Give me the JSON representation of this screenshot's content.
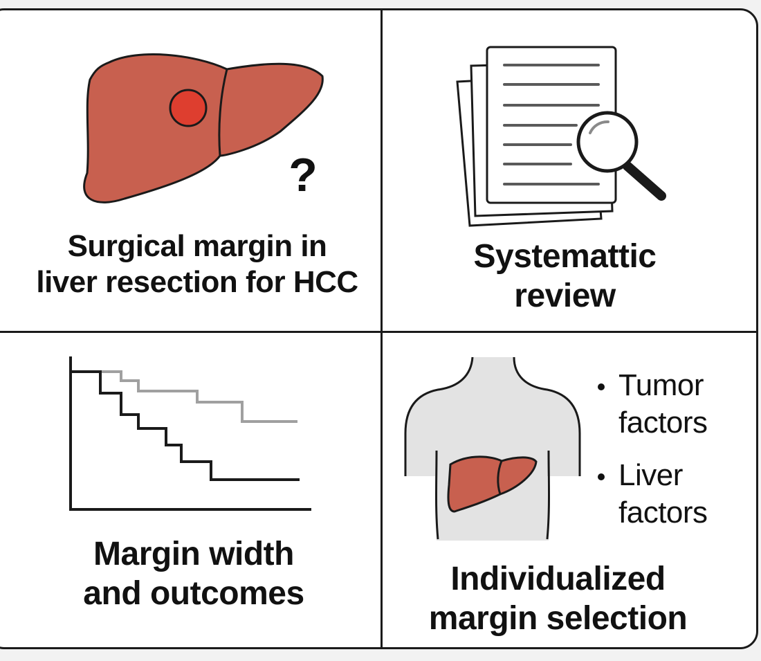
{
  "colors": {
    "liver": "#c8604f",
    "tumor": "#de3e2f",
    "outline": "#1a1a1a",
    "curve_light": "#a0a0a0",
    "body": "#e3e3e3"
  },
  "panels": {
    "top_left": {
      "icon": "liver-with-tumor-icon",
      "symbol": "?",
      "caption_line1": "Surgical margin in",
      "caption_line2": "liver resection for HCC"
    },
    "top_right": {
      "icon": "documents-with-magnifier-icon",
      "caption_line1": "Systemattic",
      "caption_line2": "review"
    },
    "bottom_left": {
      "icon": "survival-curve-icon",
      "caption_line1": "Margin width",
      "caption_line2": "and outcomes"
    },
    "bottom_right": {
      "icon": "torso-with-liver-icon",
      "bullets": [
        {
          "line1": "Tumor",
          "line2": "factors"
        },
        {
          "line1": "Liver",
          "line2": "factors"
        }
      ],
      "caption_line1": "Individualized",
      "caption_line2": "margin selection"
    }
  }
}
